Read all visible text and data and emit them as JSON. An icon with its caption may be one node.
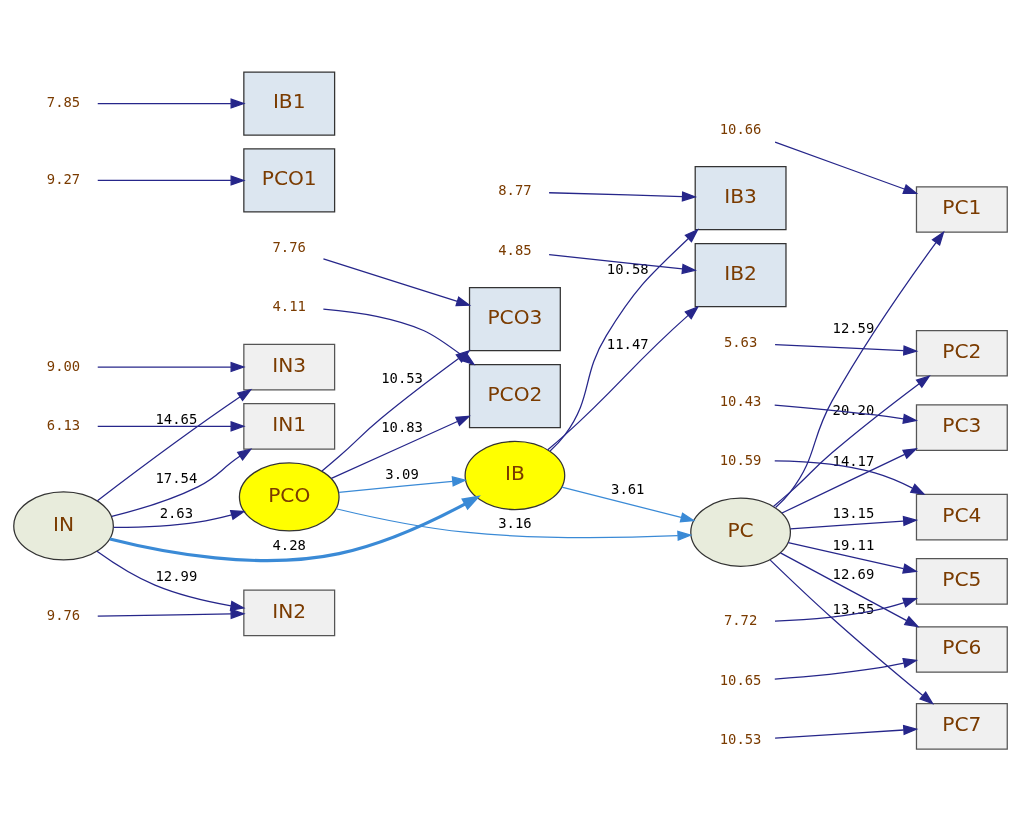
{
  "diagram": {
    "nodes": [
      {
        "text": [
          "IN"
        ]
      },
      {
        "text": [
          "IN1"
        ]
      },
      {
        "text": [
          "IN2"
        ]
      },
      {
        "text": [
          "IN3"
        ]
      },
      {
        "text": [
          "PCO"
        ]
      },
      {
        "text": [
          "PCO1"
        ]
      },
      {
        "text": [
          "PCO2"
        ]
      },
      {
        "text": [
          "PCO3"
        ]
      },
      {
        "text": [
          "IB"
        ]
      },
      {
        "text": [
          "IB1"
        ]
      },
      {
        "text": [
          "IB2"
        ]
      },
      {
        "text": [
          "IB3"
        ]
      },
      {
        "text": [
          "PC"
        ]
      },
      {
        "text": [
          "PC1"
        ]
      },
      {
        "text": [
          "PC2"
        ]
      },
      {
        "text": [
          "PC3"
        ]
      },
      {
        "text": [
          "PC4"
        ]
      },
      {
        "text": [
          "PC5"
        ]
      },
      {
        "text": [
          "PC6"
        ]
      },
      {
        "text": [
          "PC7"
        ]
      },
      {
        "text": [
          "6.13"
        ]
      },
      {
        "text": [
          "9.76"
        ]
      },
      {
        "text": [
          "9.00"
        ]
      },
      {
        "text": [
          "9.27"
        ]
      },
      {
        "text": [
          "4.11"
        ]
      },
      {
        "text": [
          "7.76"
        ]
      },
      {
        "text": [
          "7.85"
        ]
      },
      {
        "text": [
          "4.85"
        ]
      },
      {
        "text": [
          "8.77"
        ]
      },
      {
        "text": [
          "10.66"
        ]
      },
      {
        "text": [
          "5.63"
        ]
      },
      {
        "text": [
          "10.43"
        ]
      },
      {
        "text": [
          "10.59"
        ]
      },
      {
        "text": [
          "7.72"
        ]
      },
      {
        "text": [
          "10.65"
        ]
      },
      {
        "text": [
          "10.53"
        ]
      }
    ],
    "edges": [
      {
        "from": 0,
        "to": 1,
        "arrow": "to",
        "label": "17.54"
      },
      {
        "from": 0,
        "to": 2,
        "arrow": "to",
        "label": "12.99"
      },
      {
        "from": 0,
        "to": 3,
        "arrow": "to",
        "label": "14.65"
      },
      {
        "from": 0,
        "to": 4,
        "arrow": "to",
        "label": "2.63"
      },
      {
        "from": 0,
        "to": 8,
        "arrow": "to",
        "label": "4.28",
        "style": "thick",
        "color": "#3a8ad6"
      },
      {
        "from": 4,
        "to": 6,
        "arrow": "to",
        "label": "10.83"
      },
      {
        "from": 4,
        "to": 7,
        "arrow": "to",
        "label": "10.53"
      },
      {
        "from": 4,
        "to": 8,
        "arrow": "to",
        "label": "3.09",
        "color": "#3a8ad6"
      },
      {
        "from": 4,
        "to": 12,
        "arrow": "to",
        "label": "3.16",
        "color": "#3a8ad6"
      },
      {
        "from": 8,
        "to": 12,
        "arrow": "to",
        "label": "3.61",
        "color": "#3a8ad6"
      },
      {
        "from": 8,
        "to": 10,
        "arrow": "to",
        "label": "11.47"
      },
      {
        "from": 8,
        "to": 11,
        "arrow": "to",
        "label": "10.58"
      },
      {
        "from": 12,
        "to": 13,
        "arrow": "to",
        "label": "12.59"
      },
      {
        "from": 12,
        "to": 14,
        "arrow": "to",
        "label": "20.20"
      },
      {
        "from": 12,
        "to": 15,
        "arrow": "to",
        "label": "14.17"
      },
      {
        "from": 12,
        "to": 16,
        "arrow": "to",
        "label": "13.15"
      },
      {
        "from": 12,
        "to": 17,
        "arrow": "to",
        "label": "19.11"
      },
      {
        "from": 12,
        "to": 18,
        "arrow": "to",
        "label": "12.69"
      },
      {
        "from": 12,
        "to": 19,
        "arrow": "to",
        "label": "13.55"
      },
      {
        "from": 20,
        "to": 1,
        "arrow": "to"
      },
      {
        "from": 21,
        "to": 2,
        "arrow": "to"
      },
      {
        "from": 22,
        "to": 3,
        "arrow": "to"
      },
      {
        "from": 23,
        "to": 5,
        "arrow": "to"
      },
      {
        "from": 24,
        "to": 6,
        "arrow": "to"
      },
      {
        "from": 25,
        "to": 7,
        "arrow": "to"
      },
      {
        "from": 26,
        "to": 9,
        "arrow": "to"
      },
      {
        "from": 27,
        "to": 10,
        "arrow": "to"
      },
      {
        "from": 28,
        "to": 11,
        "arrow": "to"
      },
      {
        "from": 29,
        "to": 13,
        "arrow": "to"
      },
      {
        "from": 30,
        "to": 14,
        "arrow": "to"
      },
      {
        "from": 31,
        "to": 15,
        "arrow": "to"
      },
      {
        "from": 32,
        "to": 16,
        "arrow": "to"
      },
      {
        "from": 33,
        "to": 17,
        "arrow": "to"
      },
      {
        "from": 34,
        "to": 18,
        "arrow": "to"
      },
      {
        "from": 35,
        "to": 19,
        "arrow": "to"
      }
    ]
  }
}
